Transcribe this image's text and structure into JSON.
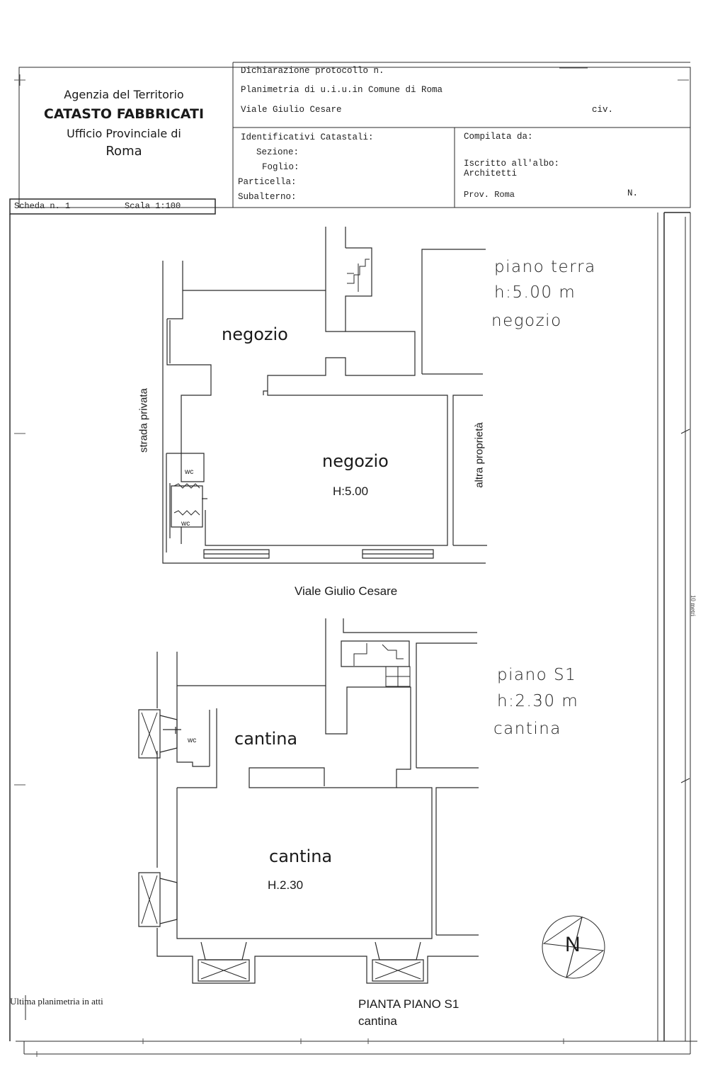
{
  "header": {
    "agency_line1": "Agenzia del Territorio",
    "agency_line2": "CATASTO FABBRICATI",
    "agency_line3": "Ufficio Provinciale di",
    "agency_line4": "Roma",
    "protocol": "Dichiarazione protocollo n.",
    "planimetria": "Planimetria di u.i.u.in Comune di Roma",
    "address": "Viale Giulio Cesare",
    "civ": "civ.",
    "identificativi": "Identificativi Catastali:",
    "sezione": "Sezione:",
    "foglio": "Foglio:",
    "particella": "Particella:",
    "subalterno": "Subalterno:",
    "compilata": "Compilata da:",
    "iscritto": "Iscritto all'albo:",
    "architetti": "Architetti",
    "prov": "Prov. Roma",
    "n": "N.",
    "scheda": "Scheda n. 1",
    "scala": "Scala 1:100"
  },
  "ground_floor": {
    "title": "piano terra",
    "height": "h:5.00 m",
    "use": "negozio",
    "room1": "negozio",
    "room2": "negozio",
    "room2_height": "H:5.00",
    "wc1": "wc",
    "wc2": "wc",
    "left_label": "strada privata",
    "right_label": "altra proprietà",
    "street": "Viale Giulio Cesare"
  },
  "basement": {
    "title": "piano S1",
    "height": "h:2.30 m",
    "use": "cantina",
    "room1": "cantina",
    "room2": "cantina",
    "room2_height": "H.2.30",
    "wc": "wc",
    "plan_title": "PIANTA PIANO S1",
    "plan_subtitle": "cantina"
  },
  "footer": {
    "ultima": "Ultima planimetria in atti",
    "scale_bar": "10 metri"
  },
  "compass": {
    "label": "N"
  }
}
